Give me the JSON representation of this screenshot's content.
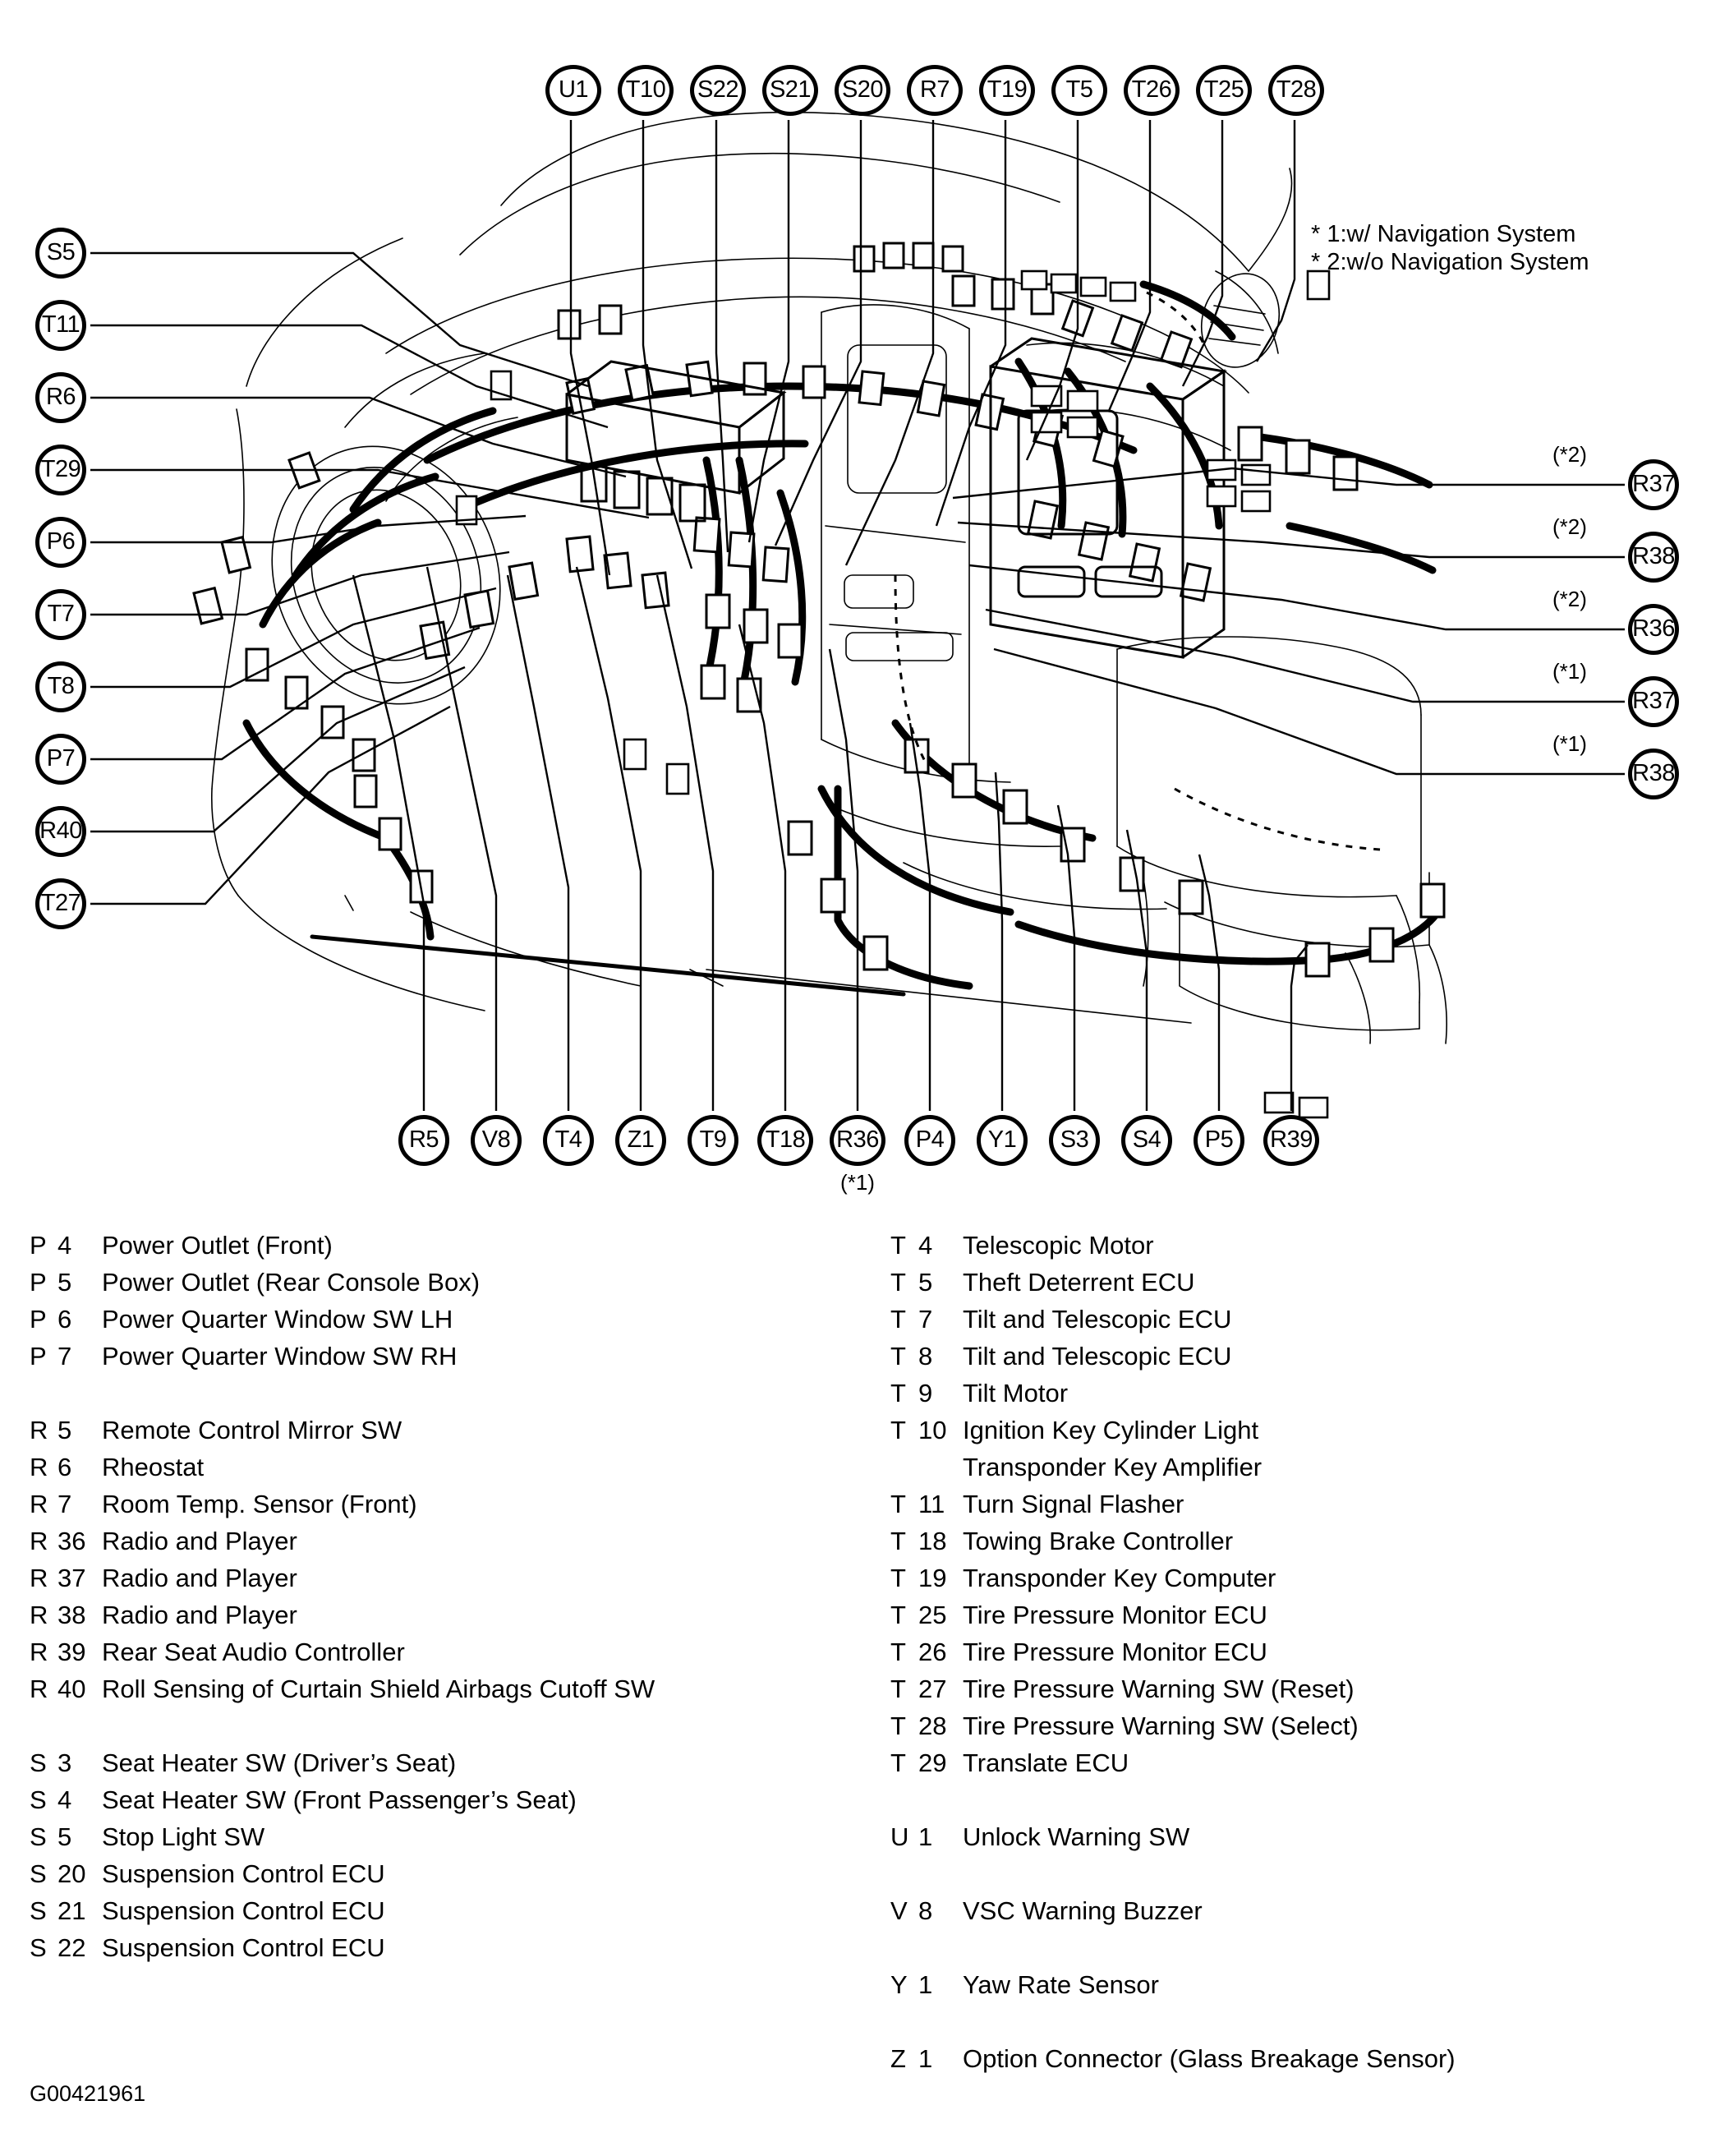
{
  "figure": {
    "code": "G00421961",
    "notes": [
      "* 1:w/ Navigation System",
      "* 2:w/o Navigation System"
    ],
    "notes_text": "* 1:w/ Navigation System\n* 2:w/o Navigation System"
  },
  "callouts": {
    "top": [
      {
        "label": "U1"
      },
      {
        "label": "T10"
      },
      {
        "label": "S22"
      },
      {
        "label": "S21"
      },
      {
        "label": "S20"
      },
      {
        "label": "R7"
      },
      {
        "label": "T19"
      },
      {
        "label": "T5"
      },
      {
        "label": "T26"
      },
      {
        "label": "T25"
      },
      {
        "label": "T28"
      }
    ],
    "left": [
      {
        "label": "S5"
      },
      {
        "label": "T11"
      },
      {
        "label": "R6"
      },
      {
        "label": "T29"
      },
      {
        "label": "P6"
      },
      {
        "label": "T7"
      },
      {
        "label": "T8"
      },
      {
        "label": "P7"
      },
      {
        "label": "R40"
      },
      {
        "label": "T27"
      }
    ],
    "right": [
      {
        "label": "R37",
        "note": "(*2)"
      },
      {
        "label": "R38",
        "note": "(*2)"
      },
      {
        "label": "R36",
        "note": "(*2)"
      },
      {
        "label": "R37",
        "note": "(*1)"
      },
      {
        "label": "R38",
        "note": "(*1)"
      }
    ],
    "bottom": [
      {
        "label": "R5"
      },
      {
        "label": "V8"
      },
      {
        "label": "T4"
      },
      {
        "label": "Z1"
      },
      {
        "label": "T9"
      },
      {
        "label": "T18"
      },
      {
        "label": "R36",
        "note": "(*1)"
      },
      {
        "label": "P4"
      },
      {
        "label": "Y1"
      },
      {
        "label": "S3"
      },
      {
        "label": "S4"
      },
      {
        "label": "P5"
      },
      {
        "label": "R39"
      }
    ]
  },
  "legend": {
    "left": [
      {
        "prefix": "P",
        "num": "4",
        "desc": "Power Outlet (Front)"
      },
      {
        "prefix": "P",
        "num": "5",
        "desc": "Power Outlet (Rear Console Box)"
      },
      {
        "prefix": "P",
        "num": "6",
        "desc": "Power Quarter Window SW LH"
      },
      {
        "prefix": "P",
        "num": "7",
        "desc": "Power Quarter Window SW RH"
      },
      {
        "prefix": "",
        "num": "",
        "desc": ""
      },
      {
        "prefix": "R",
        "num": "5",
        "desc": "Remote Control Mirror SW"
      },
      {
        "prefix": "R",
        "num": "6",
        "desc": "Rheostat"
      },
      {
        "prefix": "R",
        "num": "7",
        "desc": "Room Temp. Sensor (Front)"
      },
      {
        "prefix": "R",
        "num": "36",
        "desc": "Radio and Player"
      },
      {
        "prefix": "R",
        "num": "37",
        "desc": "Radio and Player"
      },
      {
        "prefix": "R",
        "num": "38",
        "desc": "Radio and Player"
      },
      {
        "prefix": "R",
        "num": "39",
        "desc": "Rear Seat Audio Controller"
      },
      {
        "prefix": "R",
        "num": "40",
        "desc": "Roll Sensing of Curtain Shield Airbags Cutoff SW"
      },
      {
        "prefix": "",
        "num": "",
        "desc": ""
      },
      {
        "prefix": "S",
        "num": "3",
        "desc": "Seat Heater SW (Driver’s Seat)"
      },
      {
        "prefix": "S",
        "num": "4",
        "desc": "Seat Heater SW (Front Passenger’s Seat)"
      },
      {
        "prefix": "S",
        "num": "5",
        "desc": "Stop Light SW"
      },
      {
        "prefix": "S",
        "num": "20",
        "desc": "Suspension Control ECU"
      },
      {
        "prefix": "S",
        "num": "21",
        "desc": "Suspension Control ECU"
      },
      {
        "prefix": "S",
        "num": "22",
        "desc": "Suspension Control ECU"
      }
    ],
    "right": [
      {
        "prefix": "T",
        "num": "4",
        "desc": "Telescopic Motor"
      },
      {
        "prefix": "T",
        "num": "5",
        "desc": "Theft Deterrent ECU"
      },
      {
        "prefix": "T",
        "num": "7",
        "desc": "Tilt and Telescopic ECU"
      },
      {
        "prefix": "T",
        "num": "8",
        "desc": "Tilt and Telescopic ECU"
      },
      {
        "prefix": "T",
        "num": "9",
        "desc": "Tilt Motor"
      },
      {
        "prefix": "T",
        "num": "10",
        "desc": "Ignition Key Cylinder Light"
      },
      {
        "prefix": "",
        "num": "",
        "desc": "Transponder Key Amplifier"
      },
      {
        "prefix": "T",
        "num": "11",
        "desc": "Turn Signal Flasher"
      },
      {
        "prefix": "T",
        "num": "18",
        "desc": "Towing Brake Controller"
      },
      {
        "prefix": "T",
        "num": "19",
        "desc": "Transponder Key Computer"
      },
      {
        "prefix": "T",
        "num": "25",
        "desc": "Tire Pressure Monitor ECU"
      },
      {
        "prefix": "T",
        "num": "26",
        "desc": "Tire Pressure Monitor ECU"
      },
      {
        "prefix": "T",
        "num": "27",
        "desc": "Tire Pressure Warning SW (Reset)"
      },
      {
        "prefix": "T",
        "num": "28",
        "desc": "Tire Pressure Warning SW (Select)"
      },
      {
        "prefix": "T",
        "num": "29",
        "desc": "Translate ECU"
      },
      {
        "prefix": "",
        "num": "",
        "desc": ""
      },
      {
        "prefix": "U",
        "num": "1",
        "desc": "Unlock Warning SW"
      },
      {
        "prefix": "",
        "num": "",
        "desc": ""
      },
      {
        "prefix": "V",
        "num": "8",
        "desc": "VSC Warning Buzzer"
      },
      {
        "prefix": "",
        "num": "",
        "desc": ""
      },
      {
        "prefix": "Y",
        "num": "1",
        "desc": "Yaw Rate Sensor"
      },
      {
        "prefix": "",
        "num": "",
        "desc": ""
      },
      {
        "prefix": "Z",
        "num": "1",
        "desc": "Option Connector (Glass Breakage Sensor)"
      }
    ]
  }
}
